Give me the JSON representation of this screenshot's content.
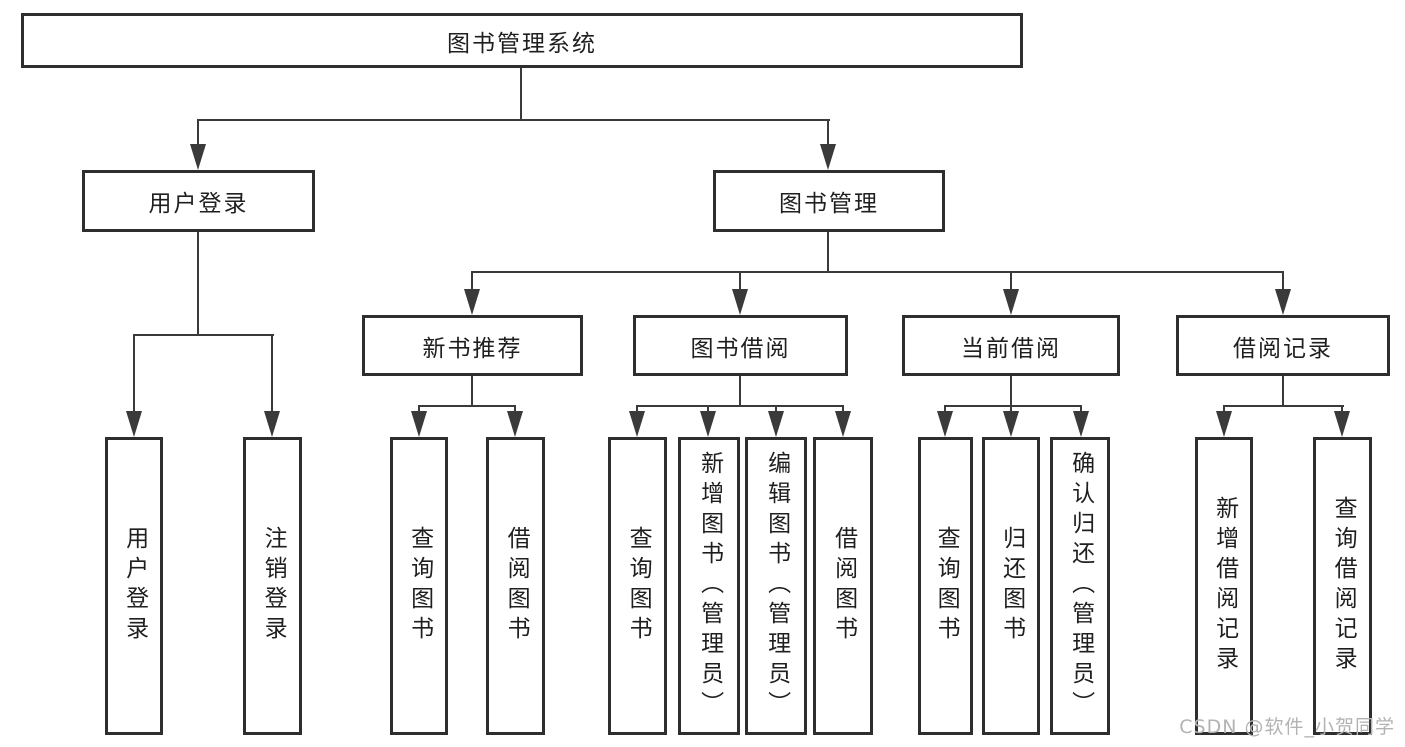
{
  "diagram_type": "hierarchy-tree",
  "colors": {
    "box_border": "#2e2e2e",
    "connector_line": "#3a3a3a",
    "text": "#1f1f1f",
    "watermark": "#b3b3b3",
    "background": "#ffffff"
  },
  "tree": {
    "label": "图书管理系统",
    "children": [
      {
        "label": "用户登录",
        "children": [
          {
            "label": "用户登录"
          },
          {
            "label": "注销登录"
          }
        ]
      },
      {
        "label": "图书管理",
        "children": [
          {
            "label": "新书推荐",
            "children": [
              {
                "label": "查询图书"
              },
              {
                "label": "借阅图书"
              }
            ]
          },
          {
            "label": "图书借阅",
            "children": [
              {
                "label": "查询图书"
              },
              {
                "label": "新增图书（管理员）"
              },
              {
                "label": "编辑图书（管理员）"
              },
              {
                "label": "借阅图书"
              }
            ]
          },
          {
            "label": "当前借阅",
            "children": [
              {
                "label": "查询图书"
              },
              {
                "label": "归还图书"
              },
              {
                "label": "确认归还（管理员）"
              }
            ]
          },
          {
            "label": "借阅记录",
            "children": [
              {
                "label": "新增借阅记录"
              },
              {
                "label": "查询借阅记录"
              }
            ]
          }
        ]
      }
    ]
  },
  "watermark": {
    "text": "CSDN @软件_小贺同学"
  }
}
